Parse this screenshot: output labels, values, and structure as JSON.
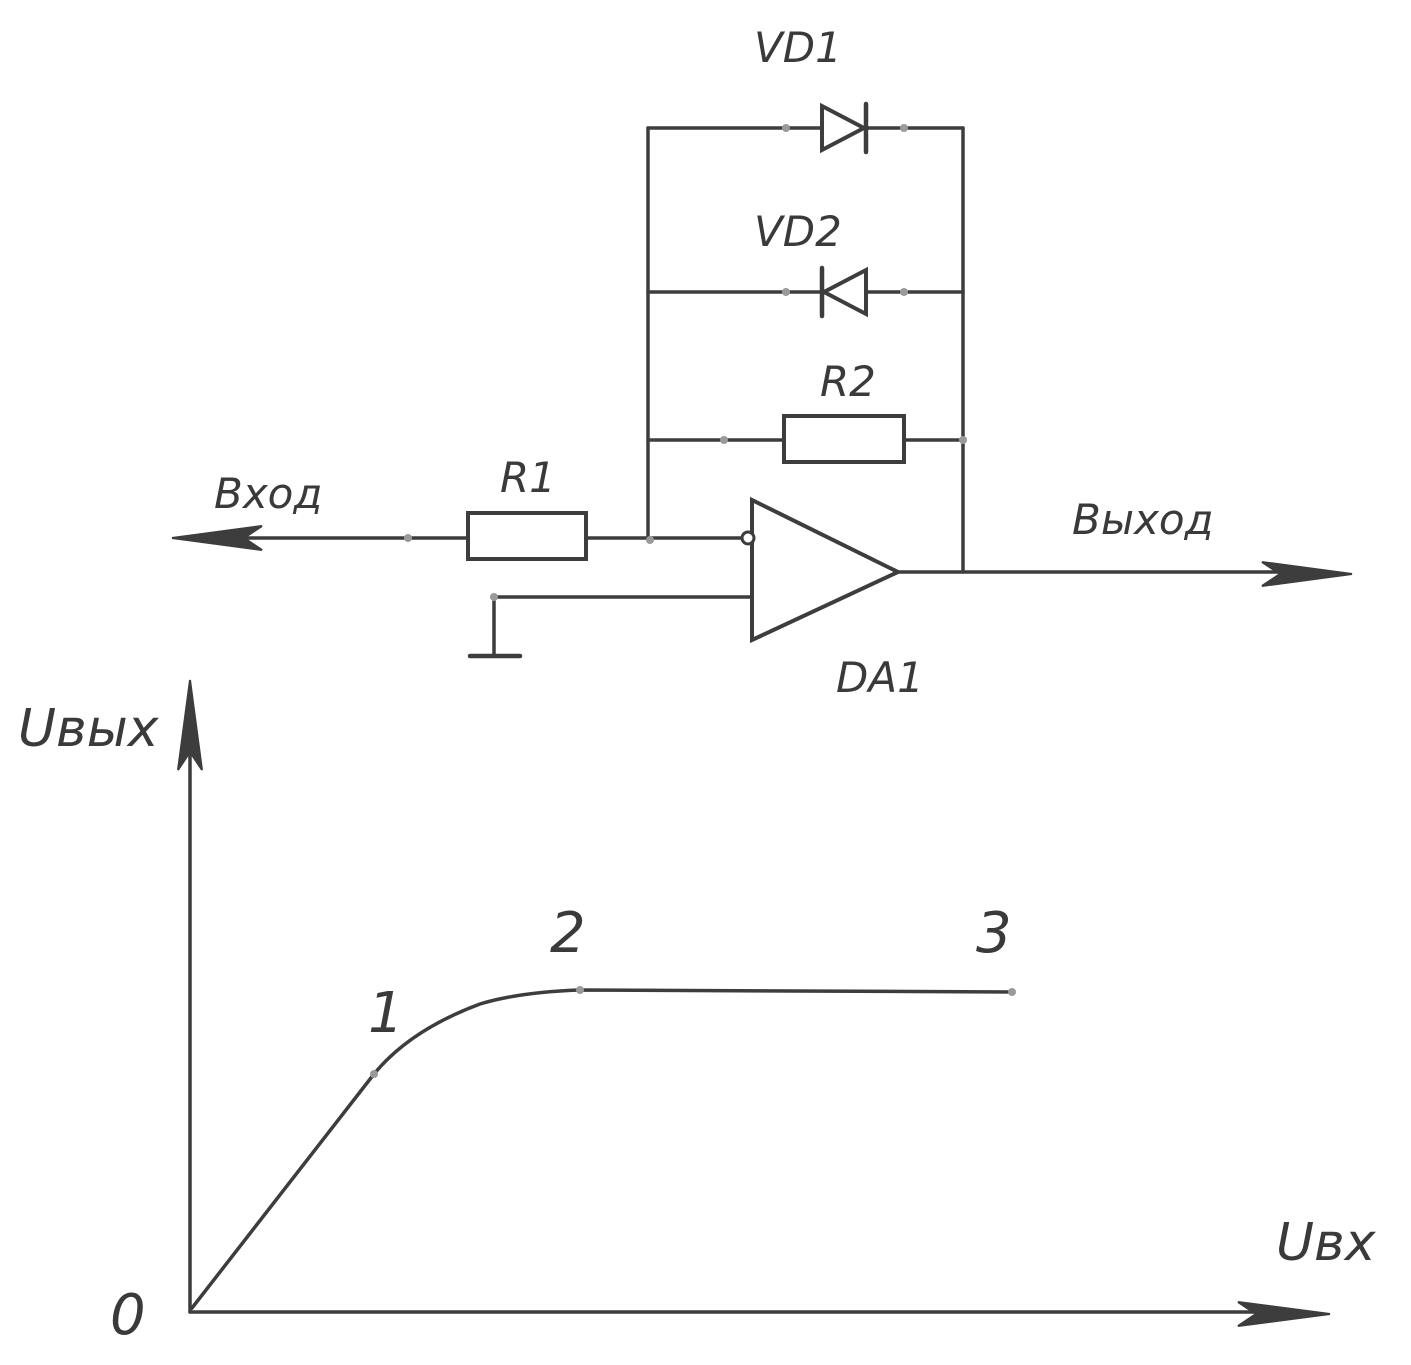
{
  "circuit": {
    "labels": {
      "vd1": "VD1",
      "vd2": "VD2",
      "r2": "R2",
      "r1": "R1",
      "input": "Вход",
      "output": "Выход",
      "opamp": "DA1"
    }
  },
  "graph": {
    "y_axis_label": "Uвых",
    "x_axis_label": "Uвх",
    "origin_label": "0",
    "point_labels": [
      "1",
      "2",
      "3"
    ]
  },
  "colors": {
    "ink": "#3d3d3d",
    "node_dot": "#9a9a9a",
    "background": "#ffffff"
  }
}
